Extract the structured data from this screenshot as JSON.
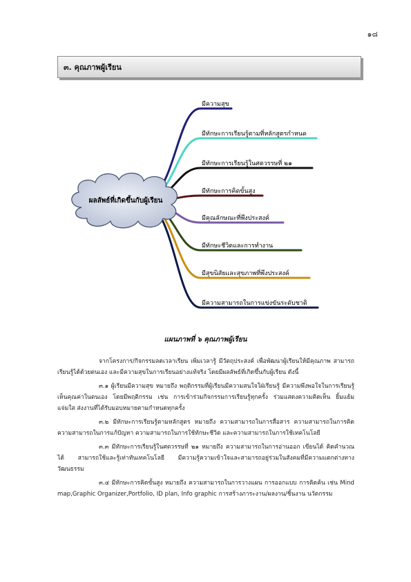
{
  "page_number": "๑๘",
  "section_title": "๓. คุณภาพผู้เรียน",
  "mindmap": {
    "center": "ผลลัพธ์ที่เกิดขึ้นกับผู้เรียน",
    "branches": [
      {
        "label": "มีความสุข",
        "color": "#1f1f7a"
      },
      {
        "label": "มีทักษะการเรียนรู้ตามที่หลักสูตรกำหนด",
        "color": "#4fd6c2"
      },
      {
        "label": "มีทักษะการเรียนรู้ในศตวรรษที่ ๒๑",
        "color": "#111111"
      },
      {
        "label": "มีทักษะการคิดขั้นสูง",
        "color": "#5a1216"
      },
      {
        "label": "มีคุณลักษณะที่พึงประสงค์",
        "color": "#7a5aa8"
      },
      {
        "label": "มีทักษะชีวิตและการทำงาน",
        "color": "#2f4a14"
      },
      {
        "label": "มีสุขนิสัยและสุขภาพที่พึงประสงค์",
        "color": "#c8900e"
      },
      {
        "label": "มีความสามารถในการแข่งขันระดับชาติ",
        "color": "#0f1a48"
      }
    ]
  },
  "caption": "แผนภาพที่ ๖ คุณภาพผู้เรียน",
  "paragraphs": [
    "จากโครงการ/กิจกรรมลดเวลาเรียน เพิ่มเวลารู้ มีวัตถุประสงค์ เพื่อพัฒนาผู้เรียนให้มีคุณภาพ สามารถเรียนรู้ได้ด้วยตนเอง และมีความสุขในการเรียนอย่างแท้จริง โดยมีผลลัพธ์ที่เกิดขึ้นกับผู้เรียน ดังนี้",
    "๓.๑ ผู้เรียนมีความสุข หมายถึง พฤติกรรมที่ผู้เรียนมีความสนใจใฝ่เรียนรู้ มีความพึงพอใจในการเรียนรู้ เห็นคุณค่าในตนเอง โดยมีพฤติกรรม เช่น การเข้าร่วมกิจกรรมการเรียนรู้ทุกครั้ง ร่วมแสดงความคิดเห็น ยิ้มแย้มแจ่มใส ส่งงานที่ได้รับมอบหมายตามกำหนดทุกครั้ง",
    "๓.๒ มีทักษะการเรียนรู้ตามหลักสูตร หมายถึง ความสามารถในการสื่อสาร ความสามารถในการคิด ความสามารถในการแก้ปัญหา ความสามารถในการใช้ทักษะชีวิต และความสามารถในการใช้เทคโนโลยี",
    "๓.๓ มีทักษะการเรียนรู้ในศตวรรษที่ ๒๑ หมายถึง ความสามารถในการอ่านออก เขียนได้ คิดคำนวณได้ สามารถใช้และรู้เท่าทันเทคโนโลยี มีความรู้ความเข้าใจและสามารถอยู่ร่วมในสังคมที่มีความแตกต่างทางวัฒนธรรม",
    "๓.๔ มีทักษะการคิดขั้นสูง หมายถึง ความสามารถในการวางแผน การออกแบบ การคิดค้น เช่น Mind map,Graphic Organizer,Portfolio, ID plan, Info graphic การสร้างภาระงาน/ผลงาน/ชิ้นงาน นวัตกรรม"
  ]
}
